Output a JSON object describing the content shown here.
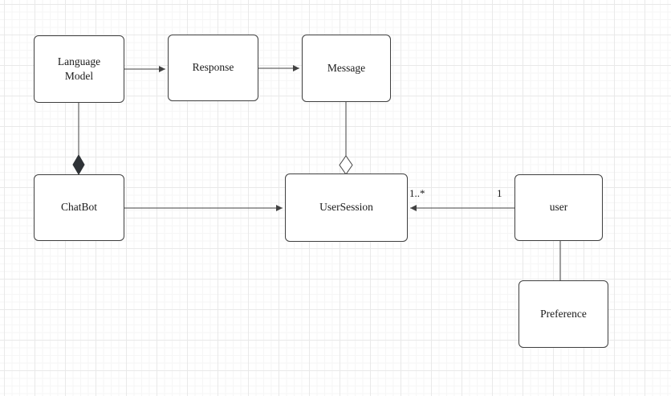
{
  "diagram": {
    "nodes": {
      "language_model": {
        "label": "Language Model"
      },
      "response": {
        "label": "Response"
      },
      "message": {
        "label": "Message"
      },
      "chatbot": {
        "label": "ChatBot"
      },
      "user_session": {
        "label": "UserSession"
      },
      "user": {
        "label": "user"
      },
      "preference": {
        "label": "Preference"
      }
    },
    "multiplicities": {
      "user_session_end": "1..*",
      "user_end": "1"
    },
    "colors": {
      "node_border": "#3f3f3f",
      "edge_stroke": "#424242",
      "composition_fill": "#2f3337",
      "grid_line": "#e9e9e9"
    }
  }
}
